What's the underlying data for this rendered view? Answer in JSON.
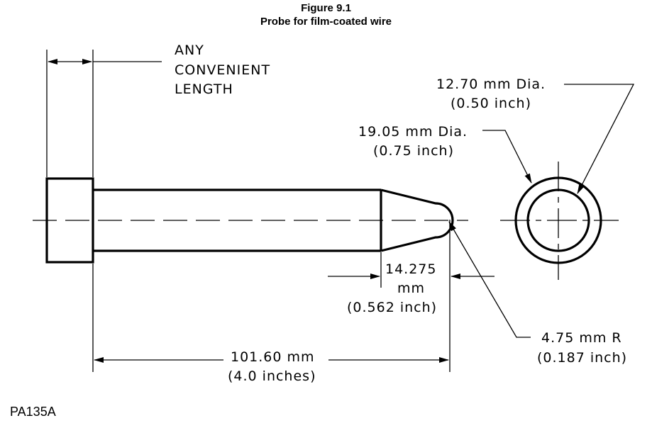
{
  "figure": {
    "number": "Figure 9.1",
    "caption": "Probe for film-coated wire",
    "code": "PA135A"
  },
  "labels": {
    "handle_length": [
      "ANY",
      "CONVENIENT",
      "LENGTH"
    ],
    "tip_diameter": [
      "12.70 mm Dia.",
      "(0.50 inch)"
    ],
    "body_diameter": [
      "19.05 mm Dia.",
      "(0.75 inch)"
    ],
    "taper_length": [
      "14.275",
      "mm",
      "(0.562 inch)"
    ],
    "tip_radius": [
      "4.75 mm R",
      "(0.187 inch)"
    ],
    "overall_length": [
      "101.60 mm",
      "(4.0 inches)"
    ]
  },
  "colors": {
    "line": "#000000",
    "background": "#ffffff"
  }
}
